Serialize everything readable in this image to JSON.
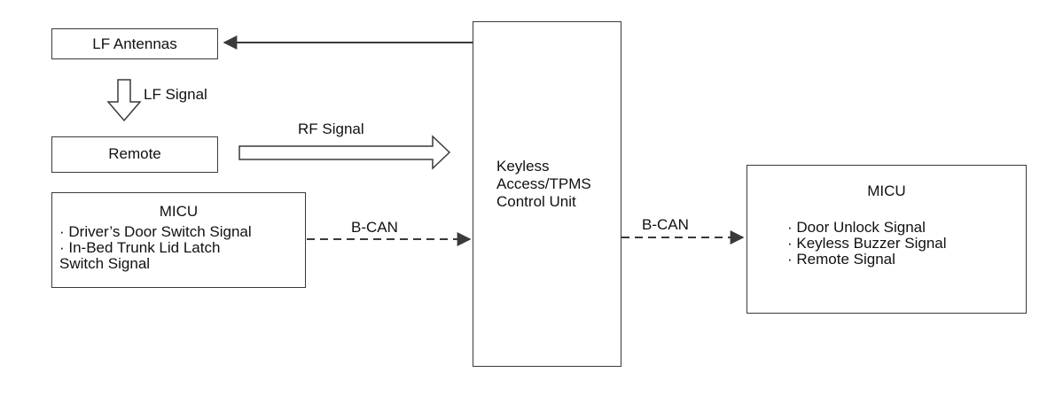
{
  "boxes": {
    "lf_antennas": "LF Antennas",
    "remote": "Remote",
    "left_micu": {
      "title": "MICU",
      "lines": [
        "· Driver’s Door Switch Signal",
        "· In-Bed Trunk Lid Latch",
        "Switch Signal"
      ]
    },
    "control_unit": {
      "lines": [
        "Keyless",
        "Access/TPMS",
        "Control Unit"
      ]
    },
    "right_micu": {
      "title": "MICU",
      "lines": [
        "· Door Unlock Signal",
        "· Keyless Buzzer Signal",
        "· Remote Signal"
      ]
    }
  },
  "signals": {
    "lf_signal": "LF Signal",
    "rf_signal": "RF Signal",
    "bcan_left": "B-CAN",
    "bcan_right": "B-CAN"
  },
  "colors": {
    "line": "#3a3a3a",
    "text": "#111111"
  }
}
